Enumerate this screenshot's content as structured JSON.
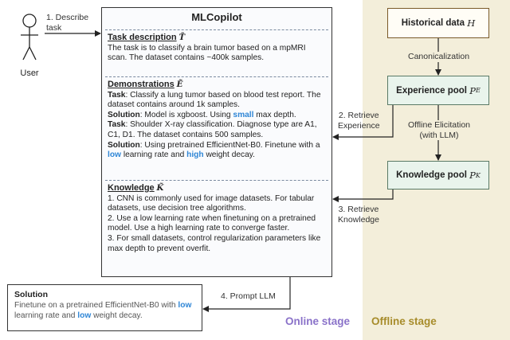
{
  "user": {
    "label": "User"
  },
  "edges": {
    "describe": [
      "1. Describe",
      "task"
    ],
    "retrieve_experience": [
      "2. Retrieve",
      "Experience"
    ],
    "retrieve_knowledge": [
      "3. Retrieve",
      "Knowledge"
    ],
    "prompt_llm": "4. Prompt LLM",
    "canonicalization": "Canonicalization",
    "offline_elicitation": [
      "Offline Elicitation",
      "(with LLM)"
    ]
  },
  "mlcopilot": {
    "title": "MLCopilot",
    "task_description": {
      "title": "Task description",
      "symbol": "T̃",
      "text": "The task is to classify a brain tumor based on a mpMRI scan. The dataset contains ~400k samples."
    },
    "demonstrations": {
      "title": "Demonstrations",
      "symbol": "Ẽ",
      "task1_label": "Task",
      "task1_text": ": Classify a lung tumor based on blood test report. The dataset contains around 1k samples.",
      "solution1_label": "Solution",
      "solution1_pre": ": Model is xgboost. Using ",
      "solution1_hl": "small",
      "solution1_post": " max depth.",
      "task2_label": "Task",
      "task2_text": ": Shoulder X-ray classification. Diagnose type are A1, C1, D1. The dataset contains 500 samples.",
      "solution2_label": "Solution",
      "solution2_pre": ": Using pretrained EfficientNet-B0. Finetune with a ",
      "solution2_hl1": "low",
      "solution2_mid": " learning rate and ",
      "solution2_hl2": "high",
      "solution2_post": " weight decay."
    },
    "knowledge": {
      "title": "Knowledge",
      "symbol": "K̃",
      "items": [
        "1. CNN is commonly used for image datasets. For tabular datasets, use decision tree algorithms.",
        "2. Use a low learning rate when finetuning on a pretrained model. Use a high learning rate to converge faster.",
        "3. For small datasets, control regularization parameters like max depth to prevent overfit."
      ]
    }
  },
  "solution": {
    "title": "Solution",
    "pre": "Finetune on a pretrained EfficientNet-B0 with ",
    "hl1": "low",
    "mid": " learning rate and ",
    "hl2": "low",
    "post": " weight decay."
  },
  "offline": {
    "historical": {
      "label": "Historical data",
      "symbol": "H"
    },
    "experience_pool": {
      "label": "Experience pool",
      "symbol": "P",
      "sub": "E"
    },
    "knowledge_pool": {
      "label": "Knowledge pool",
      "symbol": "P",
      "sub": "K"
    }
  },
  "stages": {
    "online": "Online stage",
    "offline": "Offline stage"
  },
  "colors": {
    "highlight": "#2f86d6",
    "online": "#8a72c9",
    "offline": "#a78c2b",
    "offline_bg": "#f3eeda",
    "pool_fill": "#e9f4ec"
  }
}
